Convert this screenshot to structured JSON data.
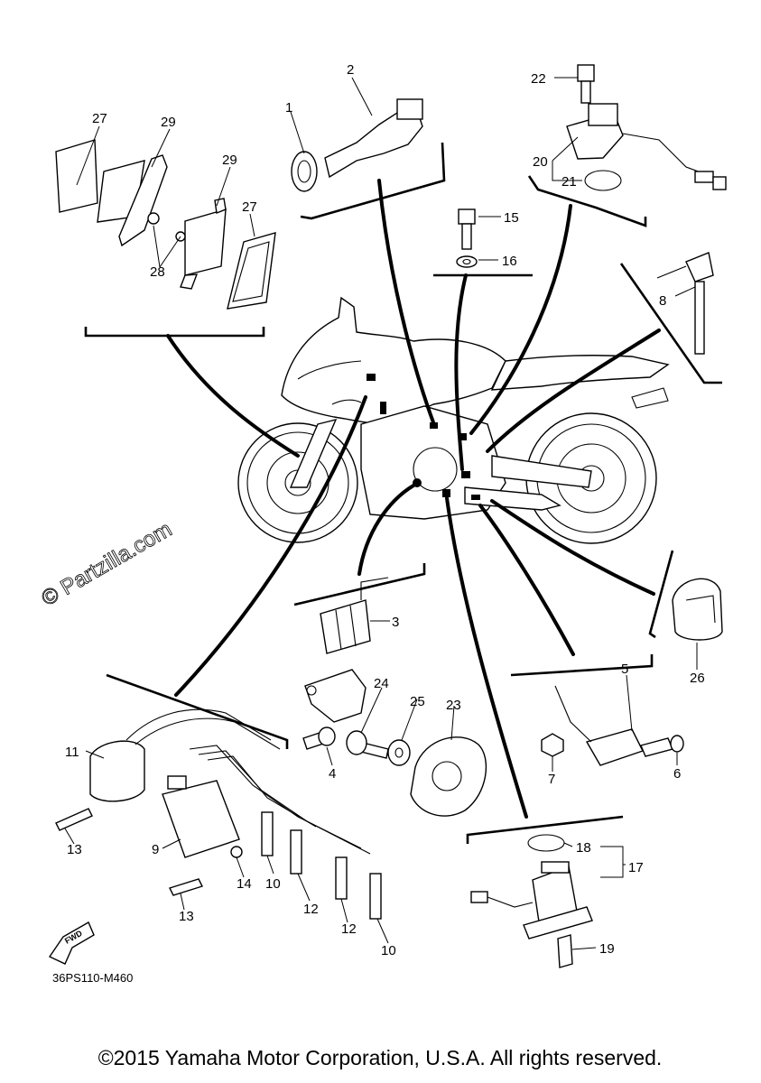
{
  "watermark": "© Partzilla.com",
  "diagram_code": "36PS110-M460",
  "fwd_label": "FWD",
  "copyright": "©2015 Yamaha Motor Corporation, U.S.A. All rights reserved.",
  "callouts": [
    "1",
    "2",
    "3",
    "4",
    "5",
    "6",
    "7",
    "8",
    "9",
    "10",
    "10",
    "11",
    "12",
    "12",
    "13",
    "13",
    "14",
    "15",
    "16",
    "17",
    "18",
    "19",
    "20",
    "21",
    "22",
    "23",
    "24",
    "25",
    "26",
    "27",
    "27",
    "28",
    "29",
    "29"
  ]
}
